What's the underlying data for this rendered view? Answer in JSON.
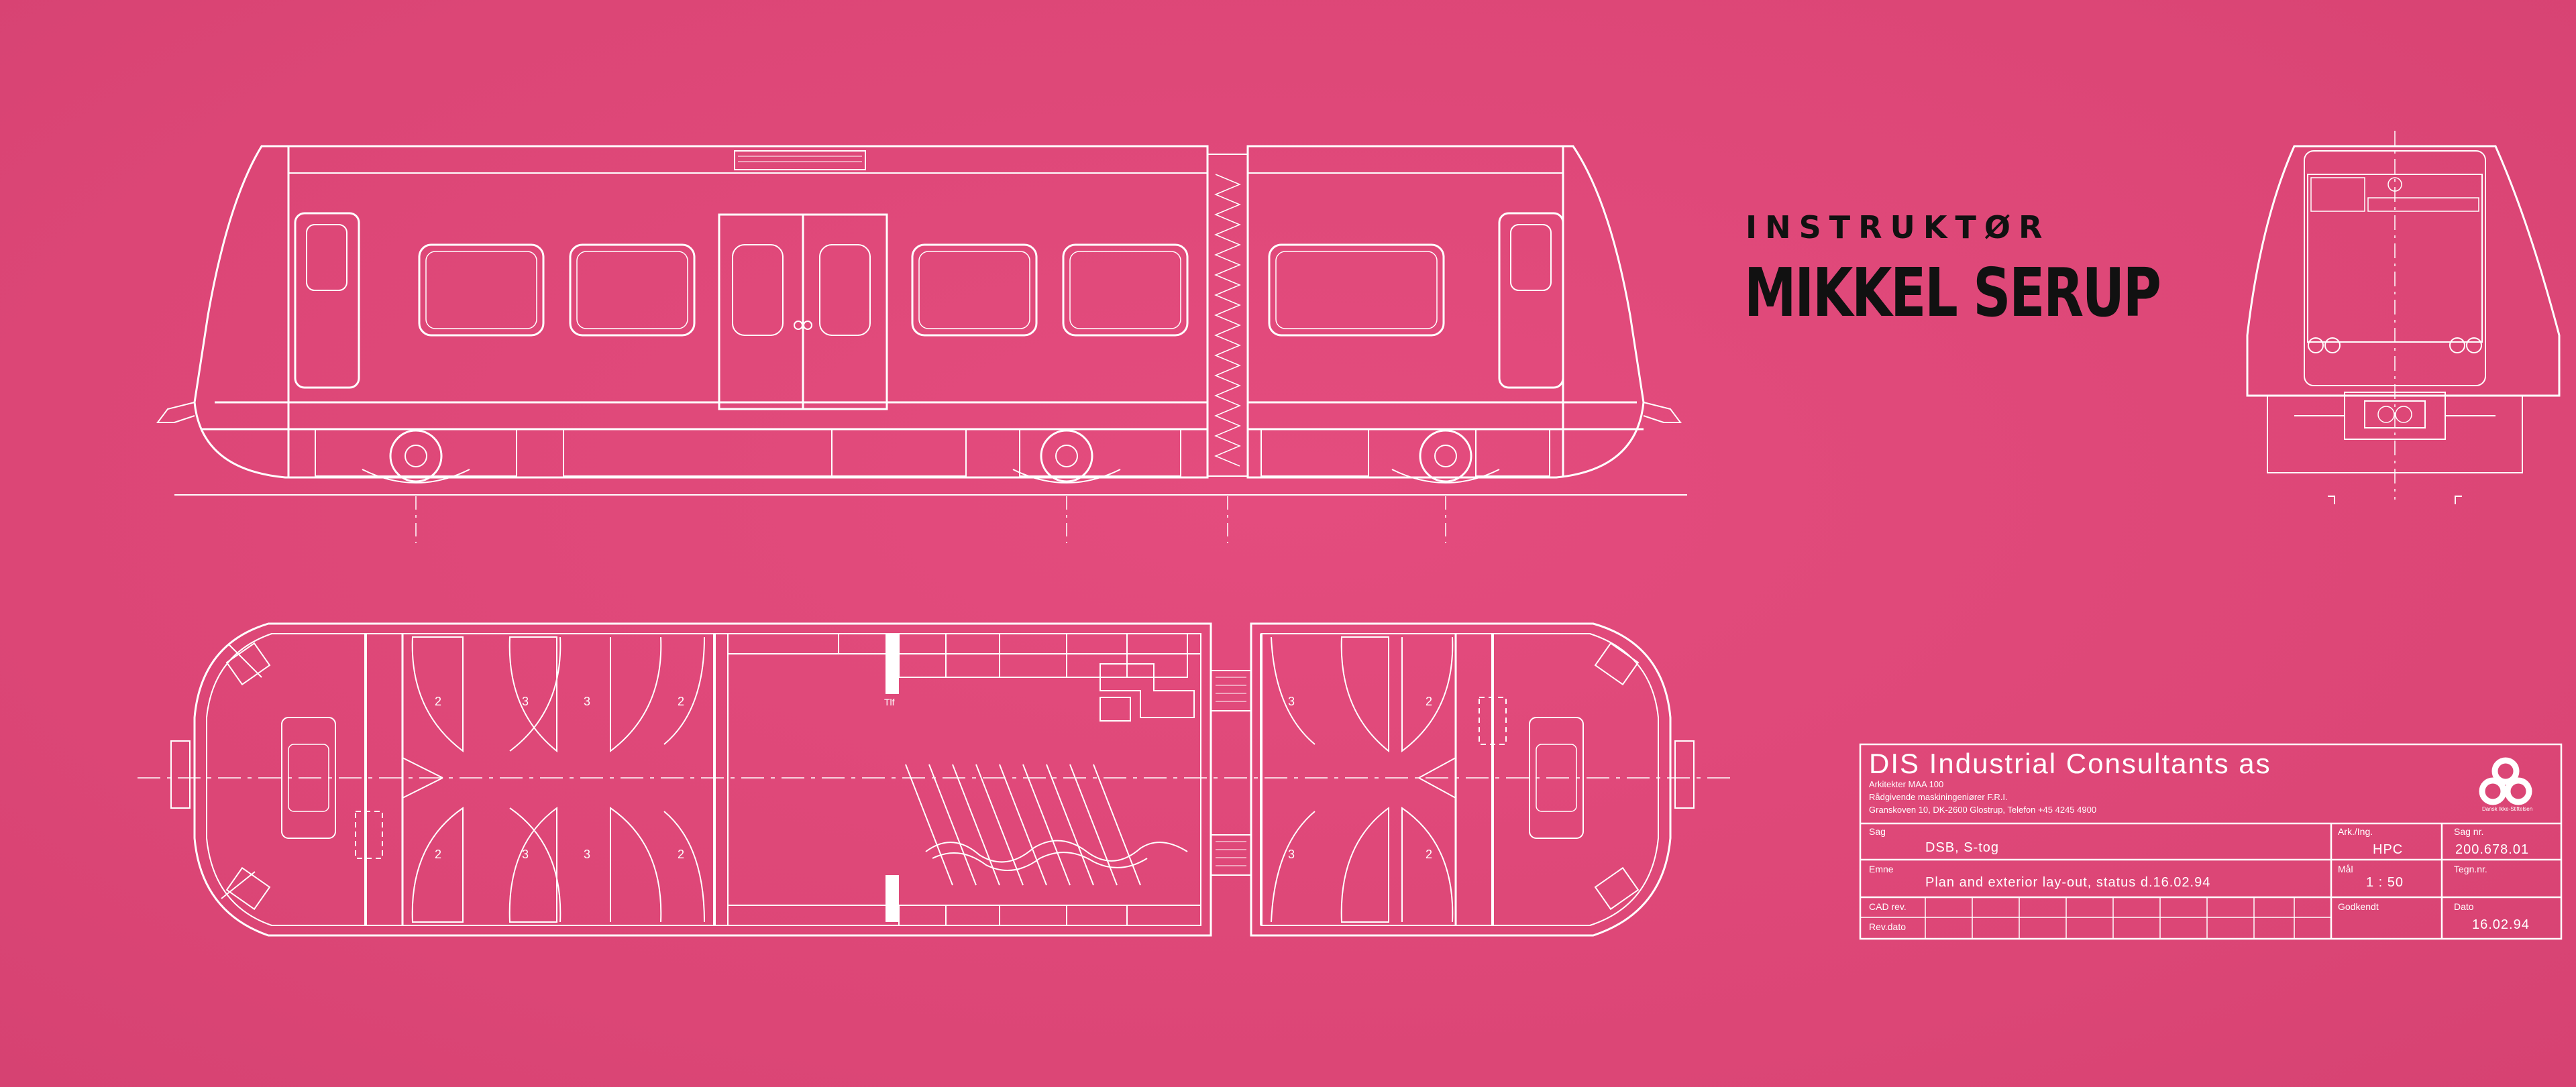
{
  "header": {
    "eyebrow": "INSTRUKTØR",
    "name": "MIKKEL SERUP"
  },
  "title_block": {
    "company": "DIS Industrial Consultants as",
    "line1": "Arkitekter MAA 100",
    "line2": "Rådgivende maskiningeniører F.R.I.",
    "line3": "Granskoven 10, DK-2600 Glostrup, Telefon +45 4245 4900",
    "logo_caption": "Dansk Ikke-Stiftelsen",
    "sag_label": "Sag",
    "sag_value": "DSB, S-tog",
    "emne_label": "Emne",
    "emne_value": "Plan and exterior lay-out, status d.16.02.94",
    "cad_label": "CAD rev.",
    "rev_label": "Rev.dato",
    "ark_label": "Ark./Ing.",
    "ark_value": "HPC",
    "sag_nr_label": "Sag nr.",
    "sag_nr_value": "200.678.01",
    "mal_label": "Mål",
    "mal_value": "1 : 50",
    "tegn_label": "Tegn.nr.",
    "godkendt_label": "Godkendt",
    "dato_label": "Dato",
    "dato_value": "16.02.94"
  },
  "plan": {
    "seat_labels": [
      "2",
      "3",
      "3",
      "2",
      "2",
      "3",
      "3",
      "2",
      "3",
      "2",
      "3",
      "2"
    ],
    "tlf_label": "Tlf"
  },
  "colors": {
    "background": "#e0487a",
    "lines": "#ffffff",
    "text_dark": "#111111"
  }
}
